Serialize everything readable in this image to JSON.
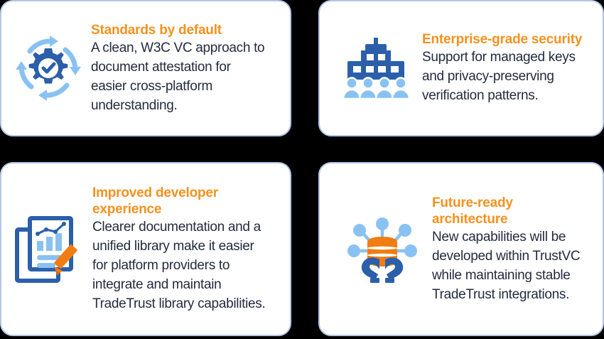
{
  "theme": {
    "page_background": "#000000",
    "card_background": "#ffffff",
    "card_border": "#b3c4e8",
    "title_color": "#f5911e",
    "body_color": "#232b3f",
    "icon_dark_blue": "#2b5faa",
    "icon_light_blue": "#89c2f2",
    "icon_orange": "#f07d12"
  },
  "cards": [
    {
      "id": "standards-by-default",
      "icon": "gear-cycle-check-icon",
      "title": "Standards by default",
      "body": "A clean, W3C VC approach to document attestation for easier cross-platform understanding."
    },
    {
      "id": "enterprise-grade-security",
      "icon": "enterprise-building-people-icon",
      "title": "Enterprise-grade security",
      "body": "Support for managed keys and privacy-preserving verification patterns."
    },
    {
      "id": "improved-developer-experience",
      "icon": "documents-chart-pencil-icon",
      "title": "Improved developer experience",
      "body": "Clearer documentation and a unified library make it easier for platform providers to integrate and maintain TradeTrust library capabilities."
    },
    {
      "id": "future-ready-architecture",
      "icon": "database-network-hands-icon",
      "title": "Future-ready architecture",
      "body": "New capabilities will be developed within TrustVC while maintaining stable TradeTrust integrations."
    }
  ]
}
